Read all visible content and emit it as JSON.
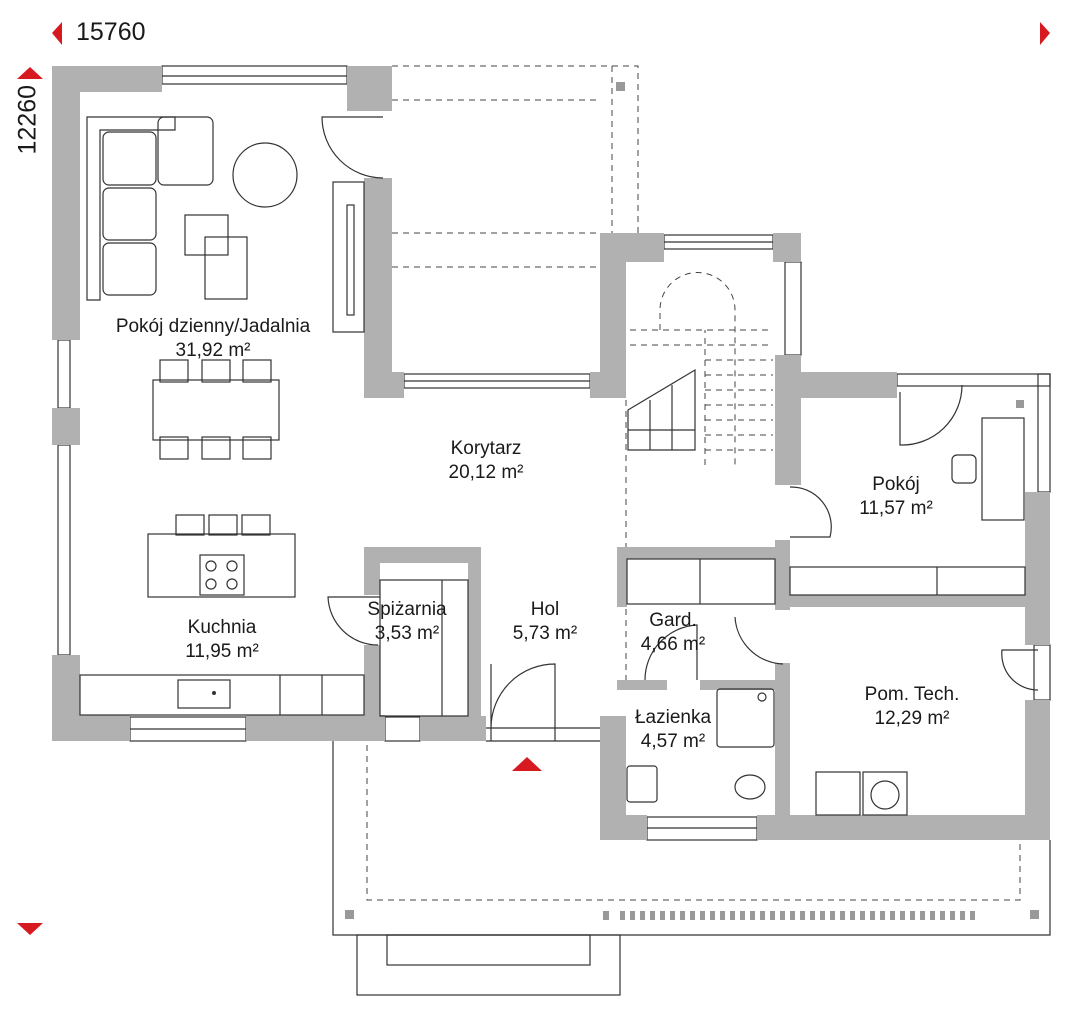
{
  "dimensions": {
    "width": "15760",
    "height": "12260"
  },
  "rooms": [
    {
      "name": "Pokój dzienny/Jadalnia",
      "area": "31,92 m²"
    },
    {
      "name": "Korytarz",
      "area": "20,12 m²"
    },
    {
      "name": "Pokój",
      "area": "11,57 m²"
    },
    {
      "name": "Kuchnia",
      "area": "11,95 m²"
    },
    {
      "name": "Spiżarnia",
      "area": "3,53 m²"
    },
    {
      "name": "Hol",
      "area": "5,73 m²"
    },
    {
      "name": "Gard.",
      "area": "4,66 m²"
    },
    {
      "name": "Łazienka",
      "area": "4,57 m²"
    },
    {
      "name": "Pom. Tech.",
      "area": "12,29 m²"
    }
  ],
  "colors": {
    "accent": "#d71920",
    "wall": "#b1b1b1"
  }
}
